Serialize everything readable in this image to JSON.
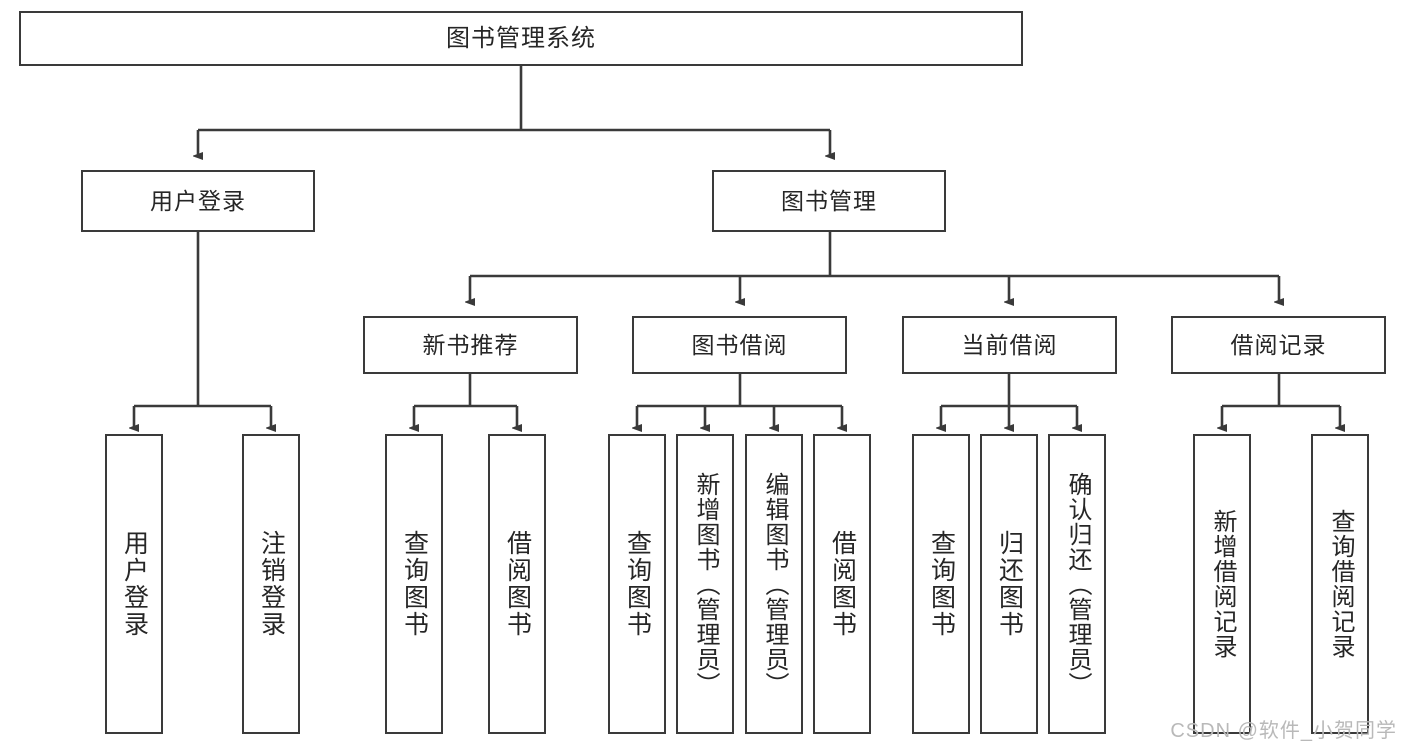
{
  "diagram": {
    "title": "图书管理系统",
    "type": "hierarchy-flowchart",
    "root": {
      "label": "图书管理系统"
    },
    "level2": [
      {
        "label": "用户登录"
      },
      {
        "label": "图书管理"
      }
    ],
    "level3": [
      {
        "label": "新书推荐"
      },
      {
        "label": "图书借阅"
      },
      {
        "label": "当前借阅"
      },
      {
        "label": "借阅记录"
      }
    ],
    "leaves": {
      "user_login": [
        {
          "label": "用户登录"
        },
        {
          "label": "注销登录"
        }
      ],
      "new_book_recommend": [
        {
          "label": "查询图书"
        },
        {
          "label": "借阅图书"
        }
      ],
      "book_borrow": [
        {
          "label": "查询图书"
        },
        {
          "label": "新增图书（管理员）"
        },
        {
          "label": "编辑图书（管理员）"
        },
        {
          "label": "借阅图书"
        }
      ],
      "current_borrow": [
        {
          "label": "查询图书"
        },
        {
          "label": "归还图书"
        },
        {
          "label": "确认归还（管理员）"
        }
      ],
      "borrow_record": [
        {
          "label": "新增借阅记录"
        },
        {
          "label": "查询借阅记录"
        }
      ]
    },
    "watermark": "CSDN @软件_小贺同学",
    "colors": {
      "stroke": "#3a3a3a",
      "fill": "#ffffff",
      "text": "#262626",
      "watermark": "#b9b9b9"
    }
  }
}
